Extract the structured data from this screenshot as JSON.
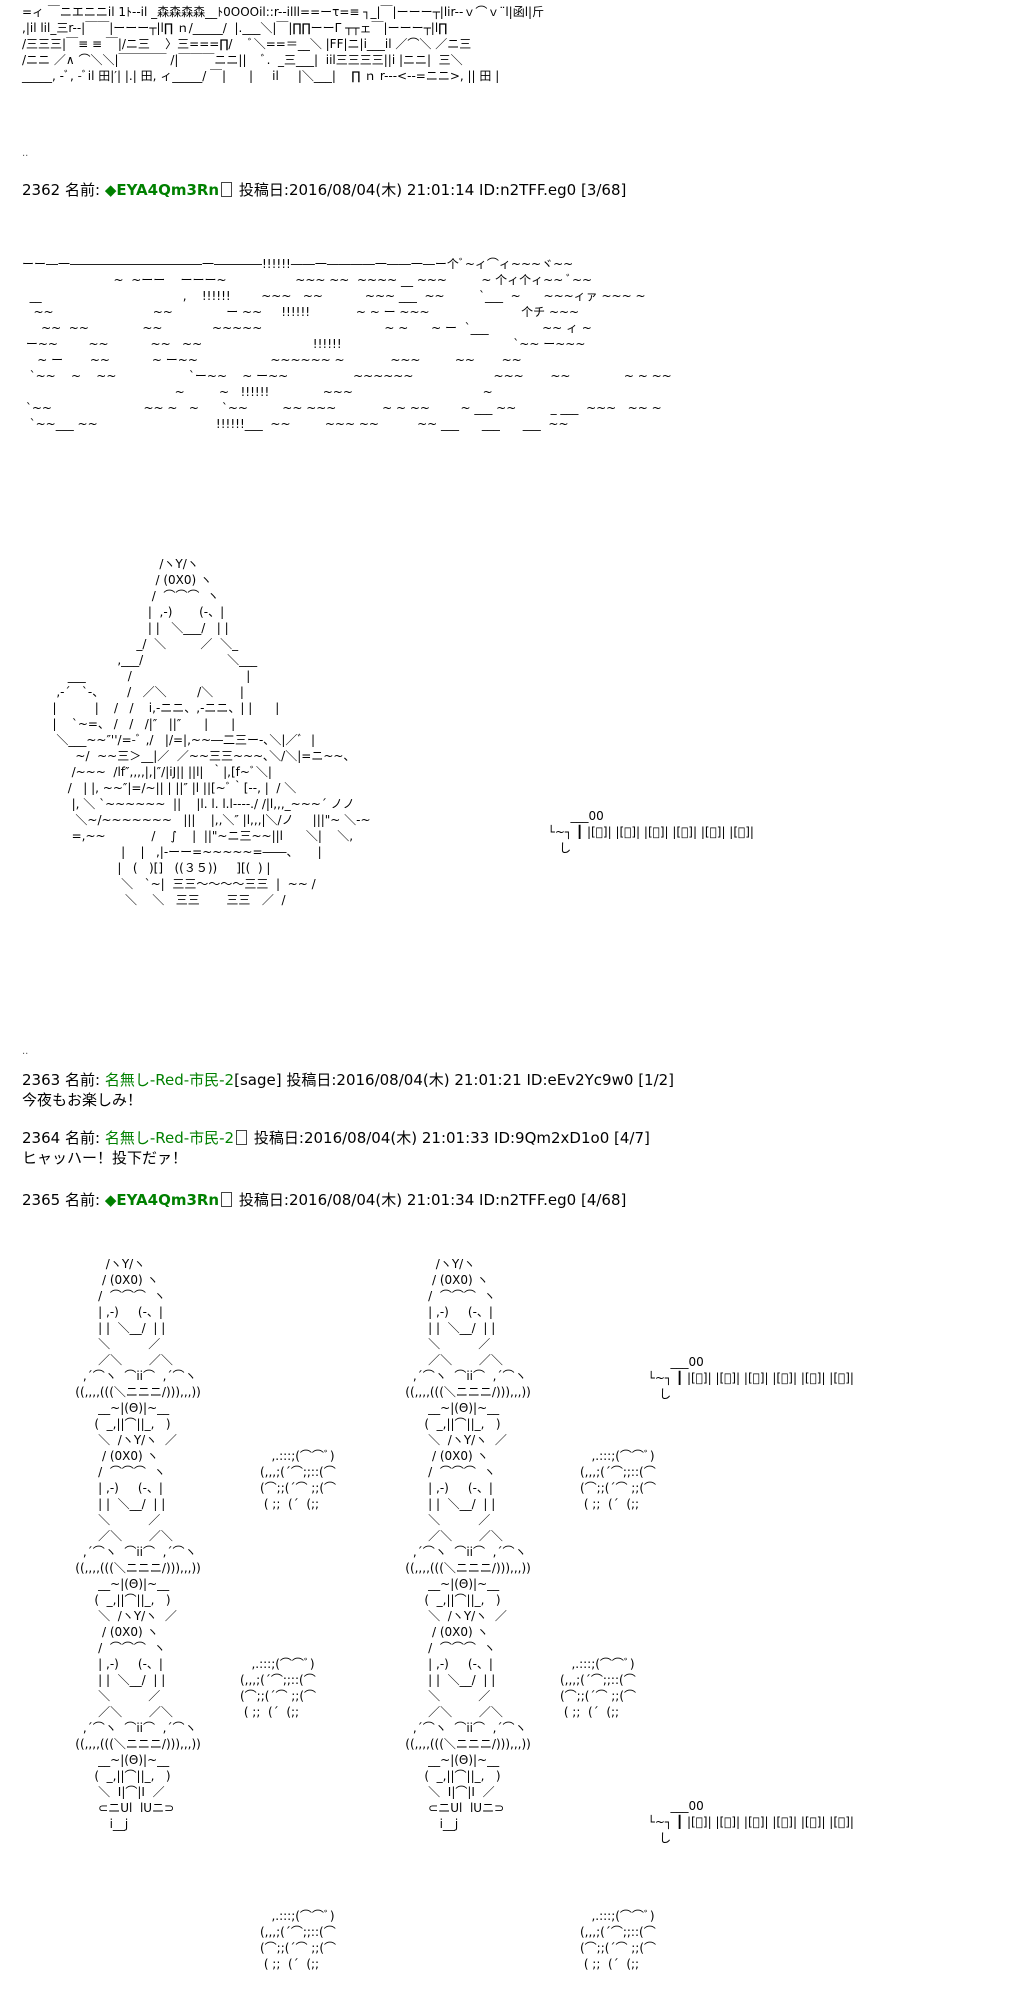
{
  "top_art": "=ィ ￣ニエニニil 1ﾄ--il _森森森森__ﾄ0OOOil::r--illl==ーτ=≡ ┐_|￣|ーーー┬|lir--ｖ⌒ｖ¨l|函l|斤\n,|il lil_三r--|￣￣|ーーー┬|l∏ ｎ/_____/  |.___＼|￣|∏∏ーーΓ ┬┬ェ￣|ーーー┬|l∏\n/三三三|￣≡ ≡ ￣|/ニ三    〉三===∏/    ﾞ＼==＝__＼ |FF|ニ|i___il ／⌒＼ ／ニ三\n/ニニ ／∧ ⌒＼＼|￣￣￣￣ /|￣￣￣ニニ||    ﾞ.  _三___|  iil三三三三||i |ニニ|  三＼\n_____, -ﾞ, -ﾞil 田|′| |.| 田, ィ_____/ ￣|      |     il     |＼___|    ∏ ｎ r---<--=ニニ>, || 田 |",
  "posts": [
    {
      "number": "2362",
      "name_label": "名前:",
      "name": "◆EYA4Qm3Rn",
      "mail": "",
      "date_label": "投稿日:",
      "date": "2016/08/04(木) 21:01:14",
      "id": "ID:n2TFF.eg0",
      "count": "[3/68]"
    },
    {
      "number": "2363",
      "name_label": "名前:",
      "name": "名無し-Red-市民-2",
      "mail": "[sage]",
      "date_label": "投稿日:",
      "date": "2016/08/04(木) 21:01:21",
      "id": "ID:eEv2Yc9w0",
      "count": "[1/2]",
      "body": "今夜もお楽しみ！"
    },
    {
      "number": "2364",
      "name_label": "名前:",
      "name": "名無し-Red-市民-2",
      "mail": "",
      "date_label": "投稿日:",
      "date": "2016/08/04(木) 21:01:33",
      "id": "ID:9Qm2xD1o0",
      "count": "[4/7]",
      "body": "ヒャッハー！投下だァ！"
    },
    {
      "number": "2365",
      "name_label": "名前:",
      "name": "◆EYA4Qm3Rn",
      "mail": "",
      "date_label": "投稿日:",
      "date": "2016/08/04(木) 21:01:34",
      "id": "ID:n2TFF.eg0",
      "count": "[4/68]"
    }
  ],
  "art_speedlines": "ーー―一―――――――――――一――――!!!!!!――一――――一――一―ー个ﾞ~ィ⌒ィ~~~ヾ~~\n                        ~  ~ーー    ーーー~                  ~~~ ~~  ~~~~ __ ~~~         ~ 个ィ个ィ~~ ﾞ~~\n  __                                     ,    !!!!!!        ~~~   ~~           ~~~ ___  ~~         `___  ~      ~~~ィァ ~~~ ~\n   ~~                          ~~              ー ~~     !!!!!!            ~ ~ ー ~~~                        个チ ~~~\n     ~~  ~~              ~~             ~~~~~                                ~ ~      ~ ー  `___              ~~ ィ ~\n ー~~        ~~           ~~   ~~                             !!!!!!                                             `~~ ー~~~\n    ~ ー       ~~           ~ ー~~                   ~~~~~~ ~            ~~~         ~~       ~~     \n  `~~    ~    ~~                   `ー~~    ~ ー~~                 ~~~~~~                     ~~~       ~~              ~ ~ ~~\n                                        ~         ~   !!!!!!              ~~~                                  ~\n `~~                        ~~ ~   ~      `~~         ~~ ~~~            ~ ~ ~~        ~ ___ ~~         _ ___  ~~~   ~~ ~\n  `~~___ ~~                               !!!!!!___  ~~         ~~~ ~~          ~~ ___      ___      ___  ~~",
  "art_fig1": "                                    /ヽY/ヽ\n                                   / (0X0) ヽ\n                                  /  ⌒⌒⌒  ヽ\n                                 |  ,-)       (-、|\n                                 | |   ＼___/   | |\n                              _/  ＼         ／  ＼_\n                         ,___/                      ＼___\n            ___           /                              |\n         ,-´   `-、      /   ／＼        /＼       |\n        |          |    /   /    i,-ニニ、,-ニニ、| |      |\n        |    `~=、 /   /   /|″   ||″      |      |\n         ＼___~~″''/=-ﾞ ,/   |/=|,~~―二三ー-､＼|／ﾞ  |\n              ~/  ~~三＞__|／  ／~~三三~~~､＼/＼|=ニ~~、\n             /~~~  /lf″,,,,|,|″/|iJ|| ||l|  ｀|,[f~ﾞ＼|\n            /   | |, ~~″|=/~|| | ||″ |l ||[~ﾞ｀[--, |  / ＼\n             |, ＼ `~~~~~~  ||    |l. l. l.l----./ /|l,,,_~~~´ ノノ\n              ＼~/~~~~~~~   |||    |,,＼″ |l,,,|＼/ノ     |||\"~ ＼-~\n             =,~~            /    ∫    |  ||\"~ニ三~~||l      ＼|    ＼,\n                          |    |   ,|-ーー=~~~~~=――、     |\n                         |   (   )[]   ((３５))     ][(  ) |\n                          ＼   `~|  三三～～～～三三  |  ~~ /\n                           ＼    ＼   三三       三三   ／  /",
  "art_window": "        ___00\n  └~┐ ┃ |[ﾞ]| |[ﾞ]| |[ﾞ]| |[ﾞ]| |[ﾞ]| |[ﾞ]|\n     し",
  "art_left_stack": "            /ヽY/ヽ\n           / (0X0) ヽ\n          /  ⌒⌒⌒  ヽ\n          | ,-)     (-、|\n          | |  ＼__/  | |\n          ＼          ／\n          ／＼       ／＼\n      ,´⌒ヽ  ⌒ii⌒  ,´⌒ヽ\n    ((,,,,(((＼ニニニ/))),,,))\n          __~|(Θ)|~__\n         (  _,||⌒||_,   )\n          ＼  /ヽY/ヽ  ／\n           / (0X0) ヽ\n          /  ⌒⌒⌒  ヽ\n          | ,-)     (-、|\n          | |  ＼__/  | |\n          ＼          ／\n          ／＼       ／＼\n      ,´⌒ヽ  ⌒ii⌒  ,´⌒ヽ\n    ((,,,,(((＼ニニニ/))),,,))\n          __~|(Θ)|~__\n         (  _,||⌒||_,   )\n          ＼  /ヽY/ヽ  ／\n           / (0X0) ヽ\n          /  ⌒⌒⌒  ヽ\n          | ,-)     (-、|\n          | |  ＼__/  | |\n          ＼          ／\n          ／＼       ／＼\n      ,´⌒ヽ  ⌒ii⌒  ,´⌒ヽ\n    ((,,,,(((＼ニニニ/))),,,))\n          __~|(Θ)|~__\n         (  _,||⌒||_,   )\n          ＼  I|⌒|I  ／\n          ⊂ニUl  lUニ⊃\n             i__j    ",
  "art_right_stack": "            /ヽY/ヽ\n           / (0X0) ヽ\n          /  ⌒⌒⌒  ヽ\n          | ,-)     (-、|\n          | |  ＼__/  | |\n          ＼          ／\n          ／＼       ／＼\n      ,´⌒ヽ  ⌒ii⌒  ,´⌒ヽ\n    ((,,,,(((＼ニニニ/))),,,))\n          __~|(Θ)|~__\n         (  _,||⌒||_,   )\n          ＼  /ヽY/ヽ  ／\n           / (0X0) ヽ\n          /  ⌒⌒⌒  ヽ\n          | ,-)     (-、|\n          | |  ＼__/  | |\n          ＼          ／\n          ／＼       ／＼\n      ,´⌒ヽ  ⌒ii⌒  ,´⌒ヽ\n    ((,,,,(((＼ニニニ/))),,,))\n          __~|(Θ)|~__\n         (  _,||⌒||_,   )\n          ＼  /ヽY/ヽ  ／\n           / (0X0) ヽ\n          /  ⌒⌒⌒  ヽ\n          | ,-)     (-、|\n          | |  ＼__/  | |\n          ＼          ／\n          ／＼       ／＼\n      ,´⌒ヽ  ⌒ii⌒  ,´⌒ヽ\n    ((,,,,(((＼ニニニ/))),,,))\n          __~|(Θ)|~__\n         (  _,||⌒||_,   )\n          ＼  I|⌒|I  ／\n          ⊂ニUl  lUニ⊃\n             i__j    ",
  "art_smoke": "   ,.:::;(⌒⌒ﾞ)\n(,,,;(´⌒;;::(⌒\n(⌒;;(´⌒ ;;(⌒\n ( ;;  (´  (;;",
  "dots": ".."
}
